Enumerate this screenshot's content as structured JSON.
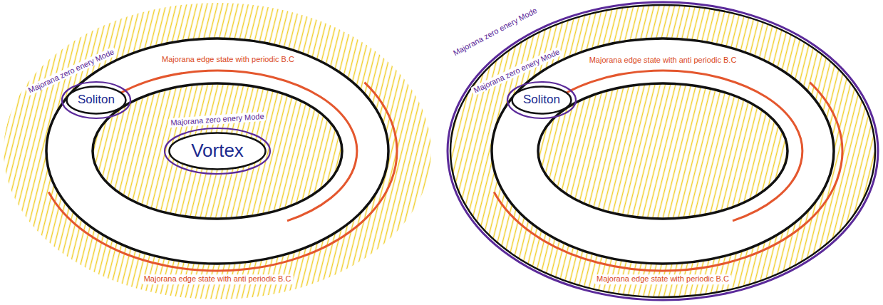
{
  "diagram": {
    "nodes": [
      {
        "text": [
          "Soliton",
          "Majorana zero enery Mode"
        ]
      },
      {
        "text": [
          "Vortex",
          "Majorana zero enery Mode"
        ]
      },
      {
        "text": [
          "Soliton",
          "Majorana zero enery Mode"
        ]
      }
    ],
    "labels": [
      "Majorana edge state with periodic B.C",
      "Majorana edge state with anti periodic B.C",
      "Majorana zero enery Mode",
      "Majorana edge state with anti periodic B.C",
      "Majorana edge state with periodic B.C"
    ]
  }
}
